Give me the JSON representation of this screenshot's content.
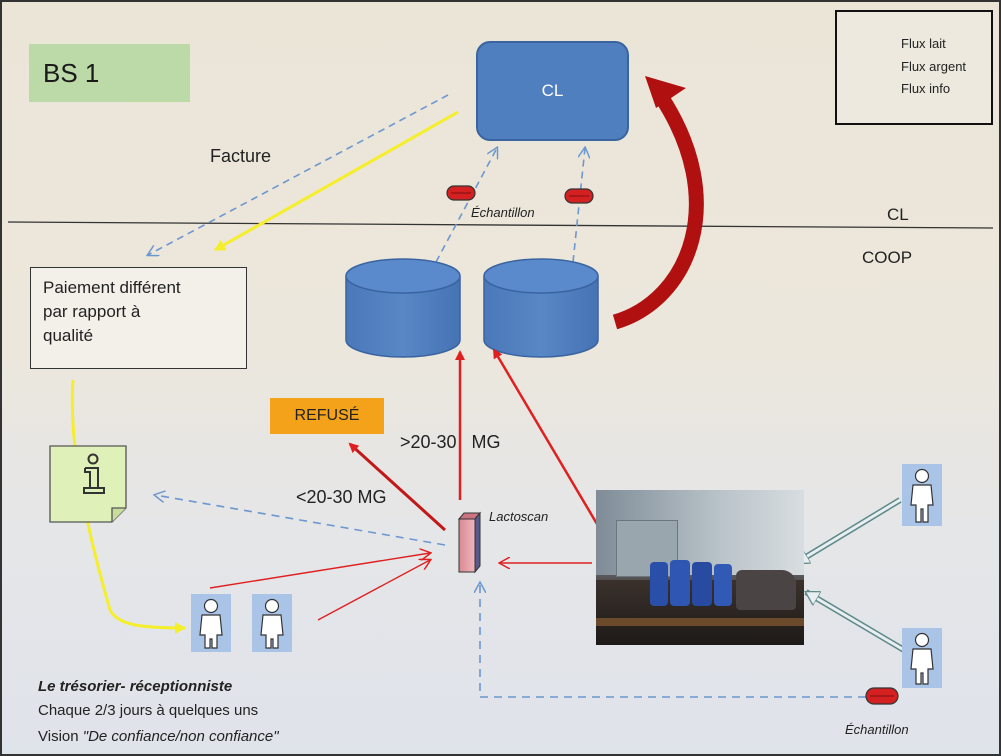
{
  "title": "BS 1",
  "legend": {
    "items": [
      {
        "label": "Flux lait",
        "color": "#e02020",
        "style": "solid"
      },
      {
        "label": "Flux argent",
        "color": "#f5ee2a",
        "style": "solid"
      },
      {
        "label": "Flux info",
        "color": "#5f8fd0",
        "style": "dashed"
      }
    ]
  },
  "nodes": {
    "cl": "CL",
    "paiement": [
      "Paiement différent",
      "par rapport à",
      "qualité"
    ],
    "refuse": "REFUSÉ",
    "lactoscan": "Lactoscan",
    "echantillon_top": "Échantillon",
    "echantillon_bottom": "Échantillon",
    "info_icon": "info-note-icon"
  },
  "zones": {
    "upper": "CL",
    "lower": "COOP"
  },
  "labels": {
    "facture": "Facture",
    "mg_high": ">20-30   MG",
    "mg_low": "<20-30 MG"
  },
  "tresorier": {
    "title": "Le trésorier- réceptionniste",
    "line1": "Chaque 2/3 jours à quelques uns",
    "line2": "Vision \"De confiance/non confiance\""
  },
  "colors": {
    "milk": "#e02020",
    "money": "#f5ee2a",
    "info": "#5f8fd0",
    "tank": "#4f7fbf",
    "dark_red": "#b01010"
  }
}
